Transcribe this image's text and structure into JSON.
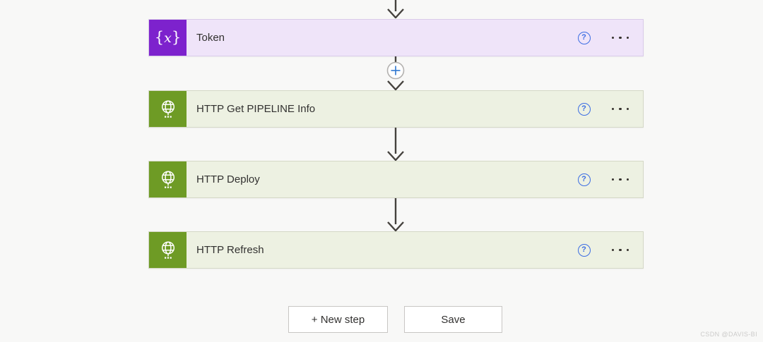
{
  "flow": {
    "steps": [
      {
        "label": "Token",
        "type": "variable",
        "icon": "variables-icon"
      },
      {
        "label": "HTTP Get PIPELINE Info",
        "type": "http",
        "icon": "globe-icon"
      },
      {
        "label": "HTTP Deploy",
        "type": "http",
        "icon": "globe-icon"
      },
      {
        "label": "HTTP Refresh",
        "type": "http",
        "icon": "globe-icon"
      }
    ],
    "variable_glyph_open": "{",
    "variable_glyph_x": "x",
    "variable_glyph_close": "}",
    "help_label": "?"
  },
  "footer": {
    "new_step_label": "+ New step",
    "save_label": "Save"
  },
  "watermark": "CSDN @DAVIS-BI",
  "colors": {
    "page_background": "#f8f8f7",
    "variable_icon_bg": "#7d22cd",
    "variable_card_bg": "#efe4f9",
    "http_icon_bg": "#6e9b25",
    "http_card_bg": "#edf1e2",
    "help_icon_blue": "#3b6de3",
    "plus_icon_blue": "#2e77d0",
    "arrow_color": "#45423e",
    "text_color": "#323130"
  }
}
